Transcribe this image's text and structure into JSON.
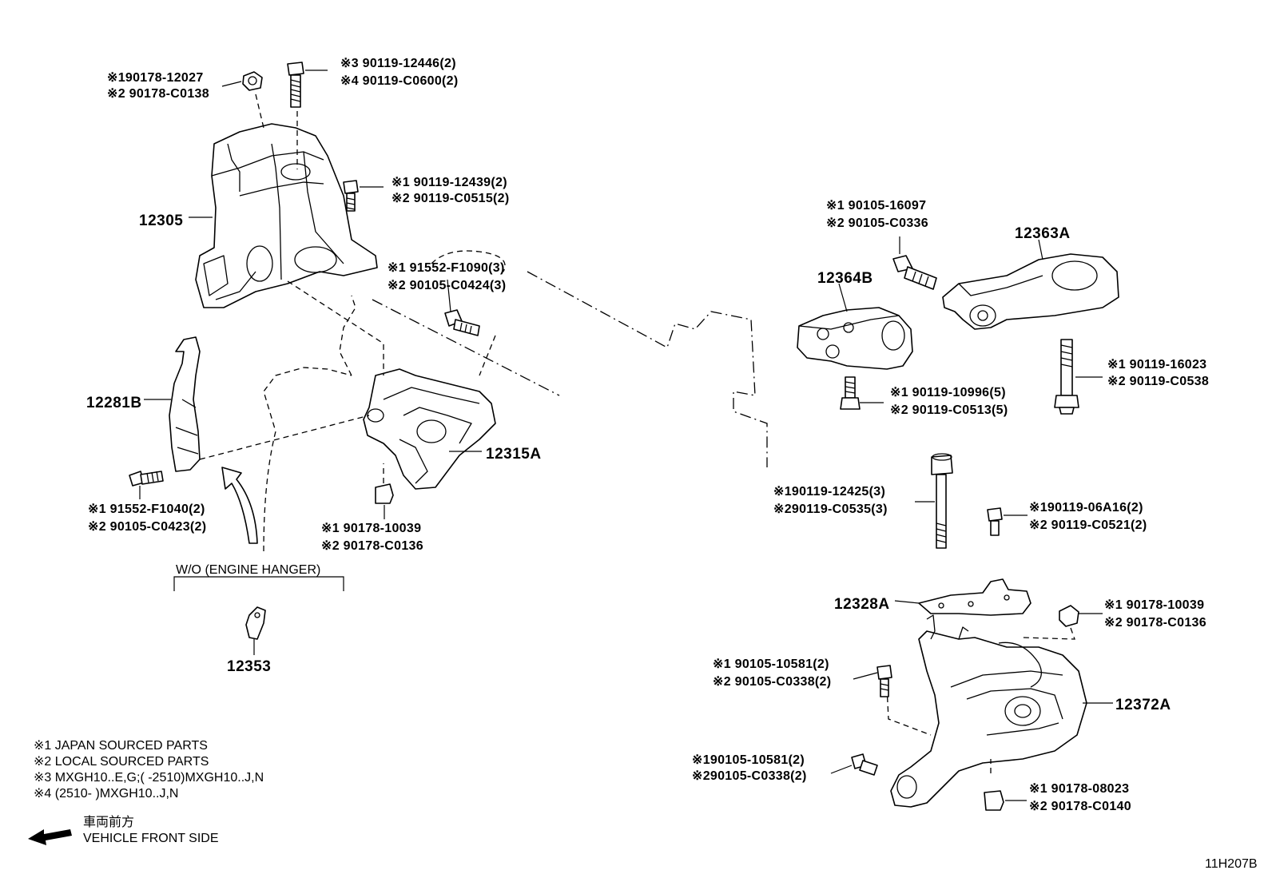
{
  "labels": {
    "l_90178_12027": "※190178-12027",
    "l_90178_C0138": "※2 90178-C0138",
    "l_90119_12446": "※3 90119-12446(2)",
    "l_90119_C0600": "※4 90119-C0600(2)",
    "l_90119_12439": "※1 90119-12439(2)",
    "l_90119_C0515": "※2 90119-C0515(2)",
    "l_91552_F1090": "※1 91552-F1090(3)",
    "l_90105_C0424": "※2 90105-C0424(3)",
    "l_91552_F1040": "※1 91552-F1040(2)",
    "l_90105_C0423": "※2 90105-C0423(2)",
    "l_90178_10039a": "※1 90178-10039",
    "l_90178_C0136a": "※2 90178-C0136",
    "l_90105_16097": "※1 90105-16097",
    "l_90105_C0336": "※2 90105-C0336",
    "l_90119_10996": "※1 90119-10996(5)",
    "l_90119_C0513": "※2 90119-C0513(5)",
    "l_90119_16023": "※1 90119-16023",
    "l_90119_C0538": "※2 90119-C0538",
    "l_90119_12425": "※190119-12425(3)",
    "l_90119_C0535": "※290119-C0535(3)",
    "l_90119_06A16": "※190119-06A16(2)",
    "l_90119_C0521": "※2 90119-C0521(2)",
    "l_90178_10039b": "※1 90178-10039",
    "l_90178_C0136b": "※2 90178-C0136",
    "l_90105_10581a": "※1 90105-10581(2)",
    "l_90105_C0338a": "※2 90105-C0338(2)",
    "l_90105_10581b": "※190105-10581(2)",
    "l_90105_C0338b": "※290105-C0338(2)",
    "l_90178_08023": "※1 90178-08023",
    "l_90178_C0140": "※2 90178-C0140"
  },
  "parts": {
    "p12305": "12305",
    "p12281B": "12281B",
    "p12315A": "12315A",
    "p12353": "12353",
    "p12363A": "12363A",
    "p12364B": "12364B",
    "p12328A": "12328A",
    "p12372A": "12372A"
  },
  "engine_hanger": "W/O (ENGINE HANGER)",
  "notes": [
    "※1 JAPAN SOURCED PARTS",
    "※2 LOCAL SOURCED PARTS",
    "※3 MXGH10..E,G;(     -2510)MXGH10..J,N",
    "※4 (2510-     )MXGH10..J,N"
  ],
  "front": {
    "jp": "車両前方",
    "en": "VEHICLE FRONT SIDE"
  },
  "code": "11H207B"
}
